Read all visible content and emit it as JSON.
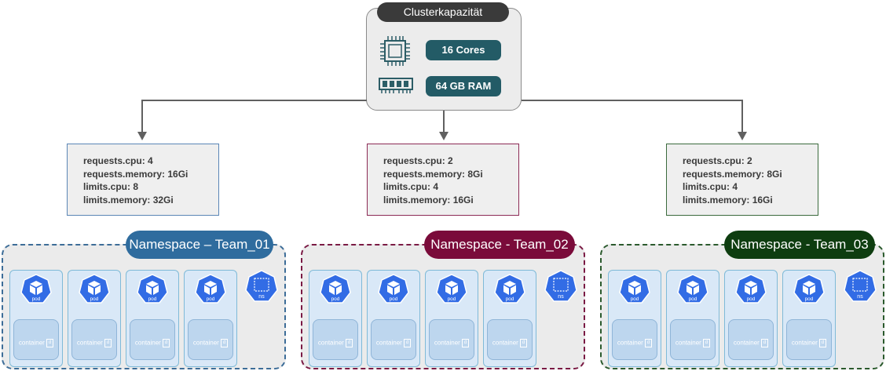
{
  "cluster": {
    "title": "Clusterkapazität",
    "cpu_label": "16 Cores",
    "ram_label": "64 GB RAM",
    "cpu_icon": "cpu-chip-icon",
    "ram_icon": "memory-module-icon"
  },
  "namespaces": [
    {
      "label": "Namespace – Team_01",
      "color": "#2f6c9e",
      "quota": [
        "requests.cpu: 4",
        "requests.memory: 16Gi",
        "limits.cpu: 8",
        "limits.memory: 32Gi"
      ],
      "pod_label": "pod",
      "container_label": "container",
      "ns_icon_label": "ns"
    },
    {
      "label": "Namespace - Team_02",
      "color": "#7a0b3a",
      "quota": [
        "requests.cpu: 2",
        "requests.memory: 8Gi",
        "limits.cpu: 4",
        "limits.memory: 16Gi"
      ],
      "pod_label": "pod",
      "container_label": "container",
      "ns_icon_label": "ns"
    },
    {
      "label": "Namespace - Team_03",
      "color": "#0e3d10",
      "quota": [
        "requests.cpu: 2",
        "requests.memory: 8Gi",
        "limits.cpu: 4",
        "limits.memory: 16Gi"
      ],
      "pod_label": "pod",
      "container_label": "container",
      "ns_icon_label": "ns"
    }
  ]
}
